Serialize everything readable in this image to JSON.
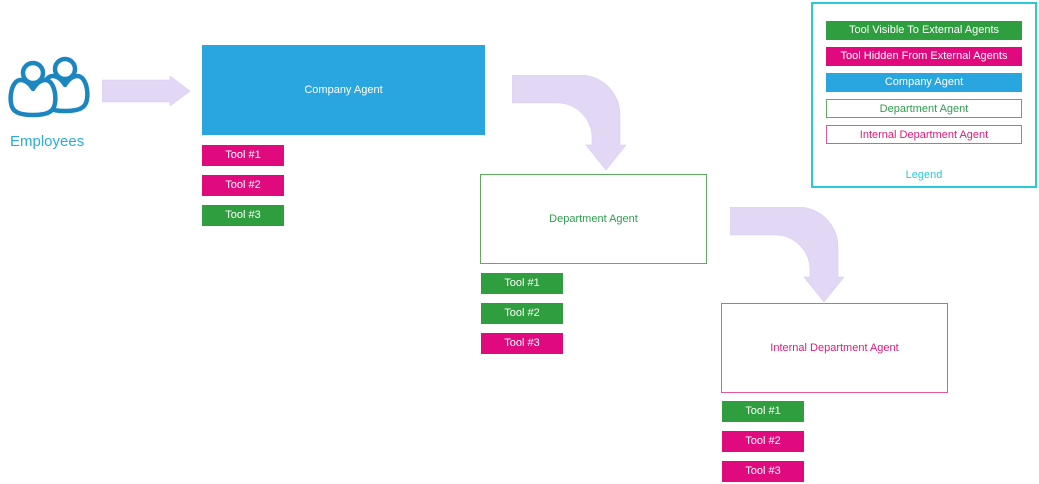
{
  "palette": {
    "agent_blue": "#29A6E0",
    "tool_visible_green": "#2E9E3E",
    "tool_hidden_magenta": "#E0097E",
    "department_border_green": "#5FAB5F",
    "department_text_green": "#2E9E4E",
    "internal_border_pink": "#E8569F",
    "internal_text_magenta": "#E0197D",
    "legend_cyan": "#29C9DC",
    "arrow_lavender": "#E3D7F6",
    "employees_icon_blue": "#1C86C0"
  },
  "employees": {
    "label": "Employees",
    "icon": "two-people-icon"
  },
  "agents": {
    "company": {
      "label": "Company Agent",
      "tools": [
        {
          "label": "Tool #1",
          "visibility": "hidden"
        },
        {
          "label": "Tool #2",
          "visibility": "hidden"
        },
        {
          "label": "Tool #3",
          "visibility": "visible"
        }
      ]
    },
    "department": {
      "label": "Department Agent",
      "tools": [
        {
          "label": "Tool #1",
          "visibility": "visible"
        },
        {
          "label": "Tool #2",
          "visibility": "visible"
        },
        {
          "label": "Tool #3",
          "visibility": "hidden"
        }
      ]
    },
    "internal": {
      "label": "Internal Department Agent",
      "tools": [
        {
          "label": "Tool #1",
          "visibility": "visible"
        },
        {
          "label": "Tool #2",
          "visibility": "hidden"
        },
        {
          "label": "Tool #3",
          "visibility": "hidden"
        }
      ]
    }
  },
  "legend": {
    "title": "Legend",
    "items": [
      {
        "label": "Tool Visible To External Agents",
        "style": "green-fill"
      },
      {
        "label": "Tool Hidden From External Agents",
        "style": "magenta-fill"
      },
      {
        "label": "Company Agent",
        "style": "blue-fill"
      },
      {
        "label": "Department Agent",
        "style": "green-outline"
      },
      {
        "label": "Internal Department Agent",
        "style": "magenta-outline"
      }
    ]
  }
}
